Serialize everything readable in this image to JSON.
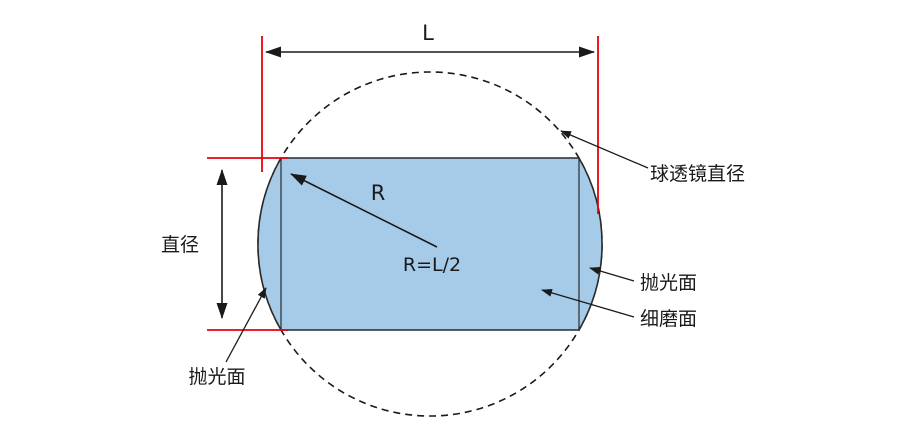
{
  "colors": {
    "background": "#ffffff",
    "lens_fill": "#a6cbe8",
    "outline": "#1a1a1a",
    "dimension_red": "#e8000e"
  },
  "dimensions": {
    "length_label": "L",
    "diameter_label": "直径",
    "radius_label": "R",
    "radius_formula": "R=L/2"
  },
  "annotations": {
    "ball_lens_diameter": "球透镜直径",
    "polished_surface_right": "抛光面",
    "fine_ground_surface": "细磨面",
    "polished_surface_left": "抛光面"
  }
}
